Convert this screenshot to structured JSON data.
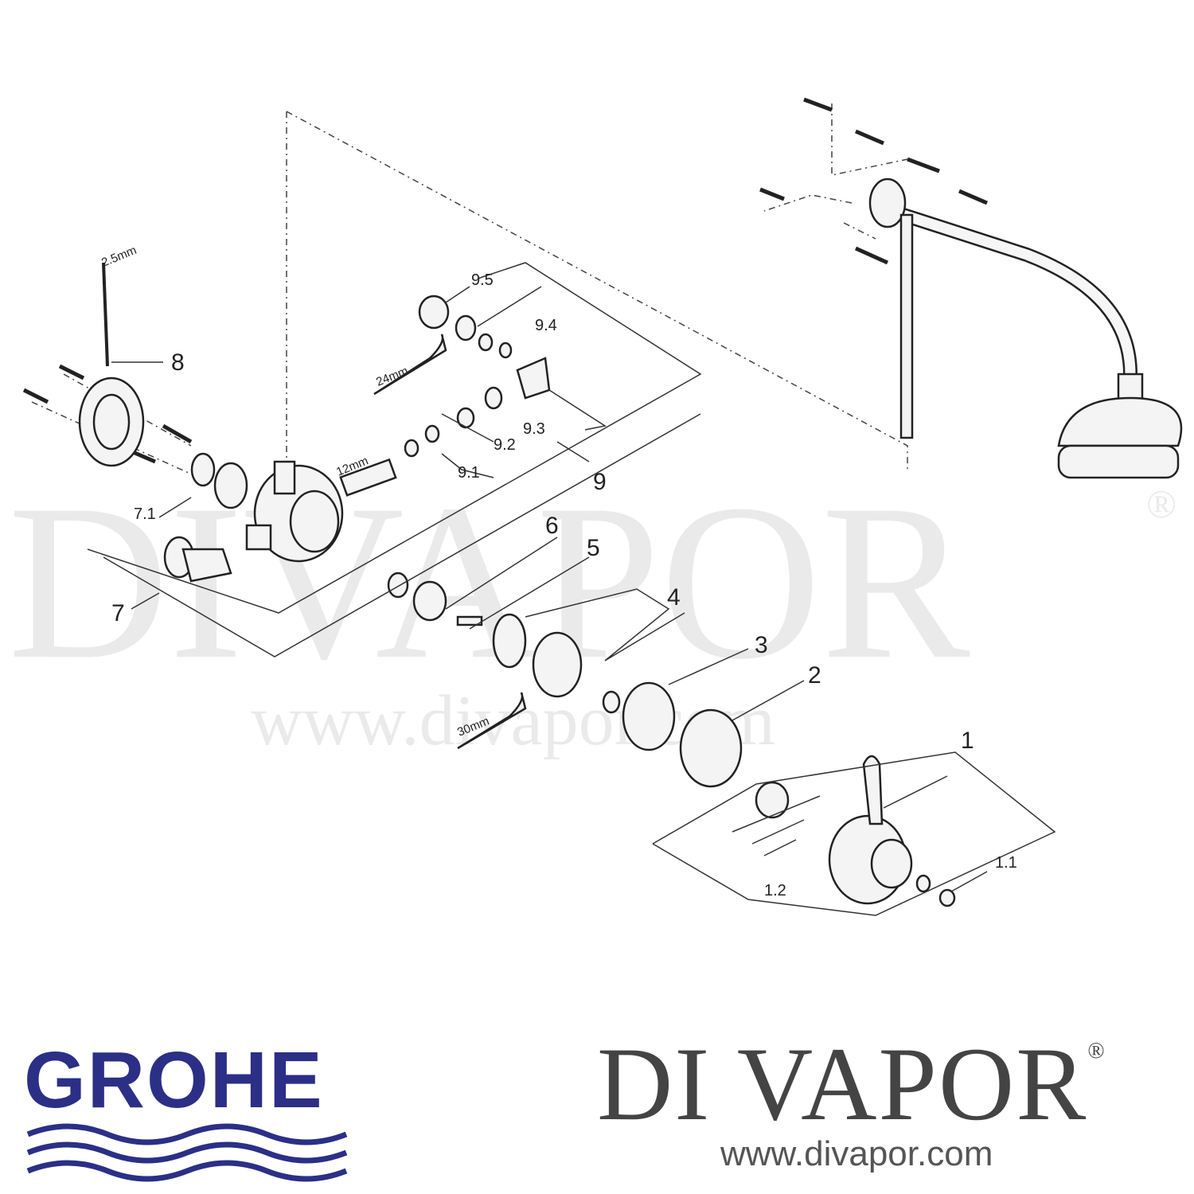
{
  "watermark": {
    "text": "DIVAPOR",
    "mark": "®",
    "url": "www.divapor.com"
  },
  "labels": {
    "p1": "1",
    "p1_1": "1.1",
    "p1_2": "1.2",
    "p2": "2",
    "p3": "3",
    "p4": "4",
    "p5": "5",
    "p6": "6",
    "p7": "7",
    "p7_1": "7.1",
    "p8": "8",
    "p9": "9",
    "p9_1": "9.1",
    "p9_2": "9.2",
    "p9_3": "9.3",
    "p9_4": "9.4",
    "p9_5": "9.5"
  },
  "tools": {
    "hex_key": "2.5mm",
    "wrench_24": "24mm",
    "wrench_30": "30mm",
    "hex_12": "12mm"
  },
  "branding": {
    "grohe_logo": "GROHE",
    "divapor_logo": "DI VAPOR",
    "divapor_mark": "®",
    "divapor_url": "www.divapor.com",
    "grohe_color": "#2b2f86"
  }
}
